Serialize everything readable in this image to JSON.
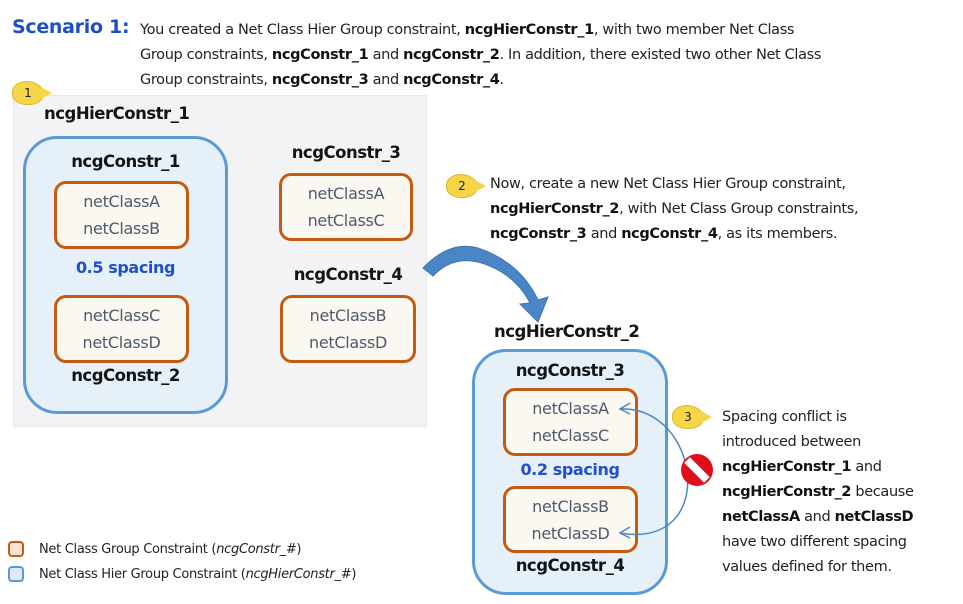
{
  "scenario": {
    "title": "Scenario 1:",
    "description": {
      "line1": [
        "You created a Net Class Hier Group constraint, ",
        "ncgHierConstr_1",
        ", with two member Net Class"
      ],
      "line2": [
        "Group constraints, ",
        "ncgConstr_1",
        " and ",
        "ncgConstr_2",
        ". In addition, there existed two other Net Class"
      ],
      "line3": [
        "Group constraints, ",
        "ncgConstr_3",
        " and ",
        "ncgConstr_4",
        "."
      ]
    }
  },
  "callouts": {
    "step1": "1",
    "step2": "2",
    "step3": "3"
  },
  "before": {
    "hier_name": "ncgHierConstr_1",
    "hier_group": {
      "top_constraint": "ncgConstr_1",
      "top_classes": [
        "netClassA",
        "netClassB"
      ],
      "spacing": "0.5 spacing",
      "bottom_classes": [
        "netClassC",
        "netClassD"
      ],
      "bottom_constraint": "ncgConstr_2"
    },
    "standalone": [
      {
        "name": "ncgConstr_3",
        "classes": [
          "netClassA",
          "netClassC"
        ]
      },
      {
        "name": "ncgConstr_4",
        "classes": [
          "netClassB",
          "netClassD"
        ]
      }
    ]
  },
  "step2_text": {
    "line1": "Now, create a new Net Class Hier Group constraint,",
    "line2": [
      "ncgHierConstr_2",
      ", with Net Class Group constraints,"
    ],
    "line3": [
      "ncgConstr_3",
      " and ",
      "ncgConstr_4",
      ", as its members."
    ]
  },
  "after": {
    "hier_name": "ncgHierConstr_2",
    "hier_group": {
      "top_constraint": "ncgConstr_3",
      "top_classes": [
        "netClassA",
        "netClassC"
      ],
      "spacing": "0.2 spacing",
      "bottom_classes": [
        "netClassB",
        "netClassD"
      ],
      "bottom_constraint": "ncgConstr_4"
    }
  },
  "step3_text": {
    "line1": "Spacing conflict is",
    "line2": "introduced between",
    "line3": [
      "ncgHierConstr_1",
      " and"
    ],
    "line4": [
      "ncgHierConstr_2",
      " because"
    ],
    "line5": [
      "netClassA",
      " and ",
      "netClassD"
    ],
    "line6": "have two different spacing",
    "line7": "values defined for them."
  },
  "icons": {
    "transition_arrow": "curved-arrow-icon",
    "conflict": "no-entry-icon"
  },
  "legend": [
    {
      "label": "Net Class Group Constraint (",
      "italic": "ncgConstr_#",
      "close": ")",
      "color": "#c55a11",
      "fill": "#f8e3d2"
    },
    {
      "label": "Net Class Hier Group Constraint (",
      "italic": "ncgHierConstr_#",
      "close": ")",
      "color": "#5b9bd5",
      "fill": "#dde9f6"
    }
  ],
  "colors": {
    "accent_blue": "#1d4fc4",
    "hier_border": "#5b9bd5",
    "ncg_border": "#c55a11",
    "callout_yellow": "#f6d548",
    "conflict_red": "#e0101a"
  }
}
